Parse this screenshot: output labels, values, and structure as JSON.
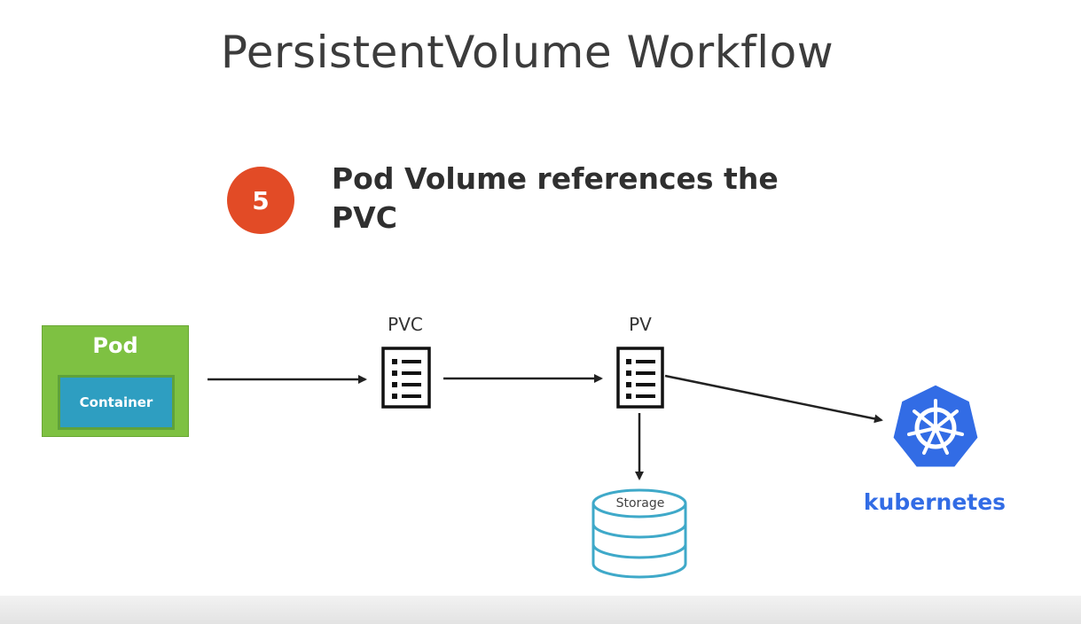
{
  "title": "PersistentVolume Workflow",
  "step": {
    "number": "5",
    "text_line1": "Pod Volume references the",
    "text_line2": "PVC"
  },
  "diagram": {
    "pod_label": "Pod",
    "container_label": "Container",
    "pvc_label": "PVC",
    "pv_label": "PV",
    "storage_label": "Storage",
    "kubernetes_label": "kubernetes"
  },
  "colors": {
    "step_badge": "#e24b26",
    "pod": "#7ec142",
    "container": "#2e9ec1",
    "storage": "#3fa9c9",
    "kubernetes": "#326ce5"
  },
  "icons": {
    "pvc": "document-list-icon",
    "pv": "document-list-icon",
    "storage": "database-icon",
    "kubernetes": "kubernetes-helm-icon"
  }
}
